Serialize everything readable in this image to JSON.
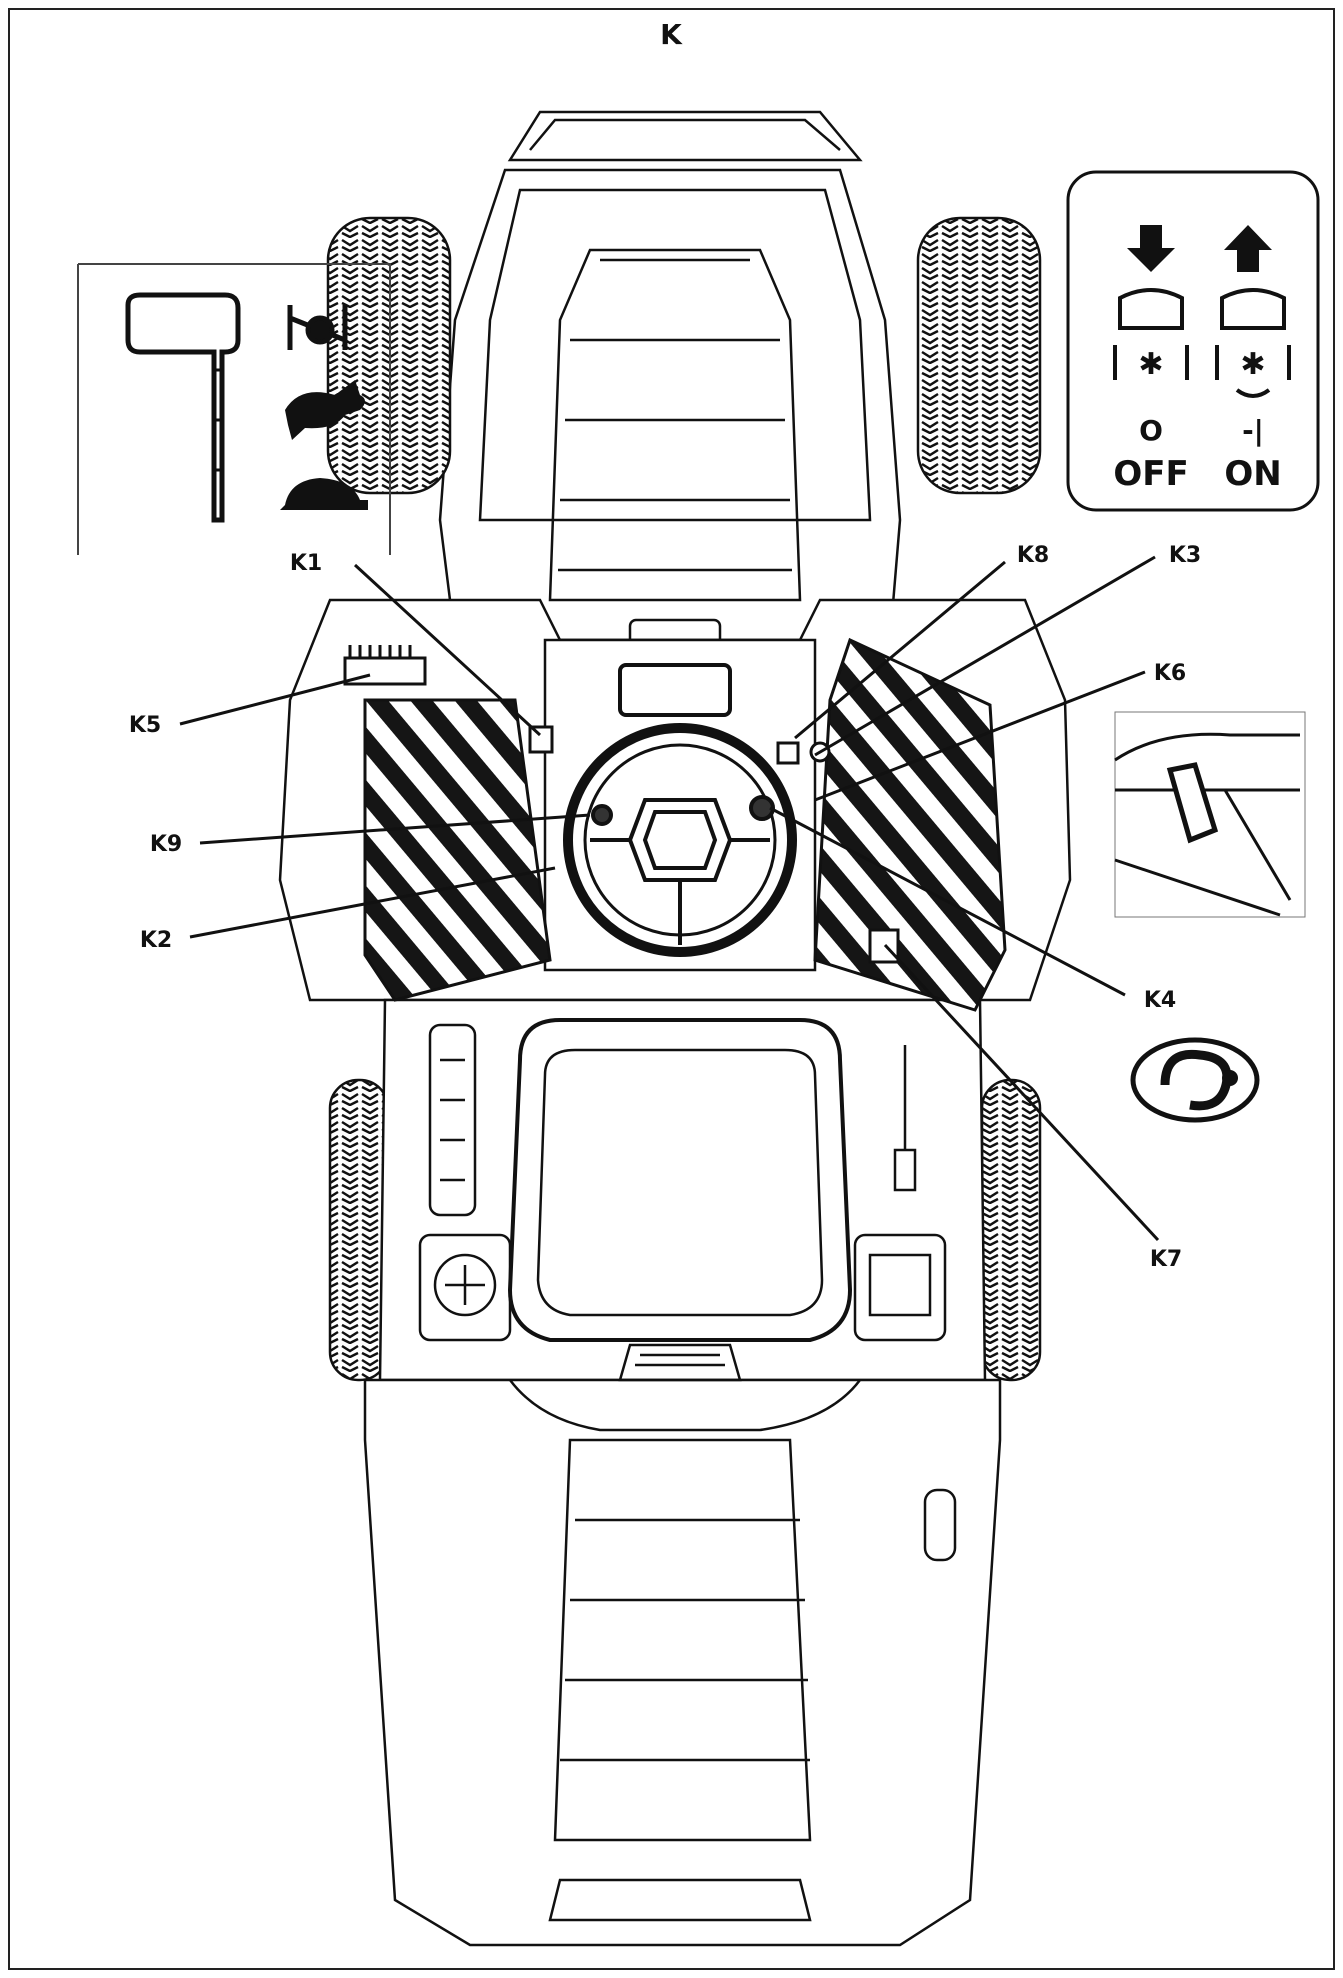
{
  "figure": {
    "title": "K"
  },
  "callouts": [
    "K1",
    "K2",
    "K3",
    "K4",
    "K5",
    "K6",
    "K7",
    "K8",
    "K9"
  ],
  "ignition_inset": {
    "off_symbol": "O",
    "off_label": "OFF",
    "on_symbol": "-|",
    "on_label": "ON"
  },
  "colors": {
    "line": "#111111",
    "background": "#ffffff"
  },
  "icons": [
    "throttle-lever-icon",
    "choke-icon",
    "rabbit-fast-icon",
    "turtle-slow-icon",
    "arrow-down-icon",
    "arrow-up-icon",
    "blade-switch-icon",
    "cruise-control-icon"
  ]
}
